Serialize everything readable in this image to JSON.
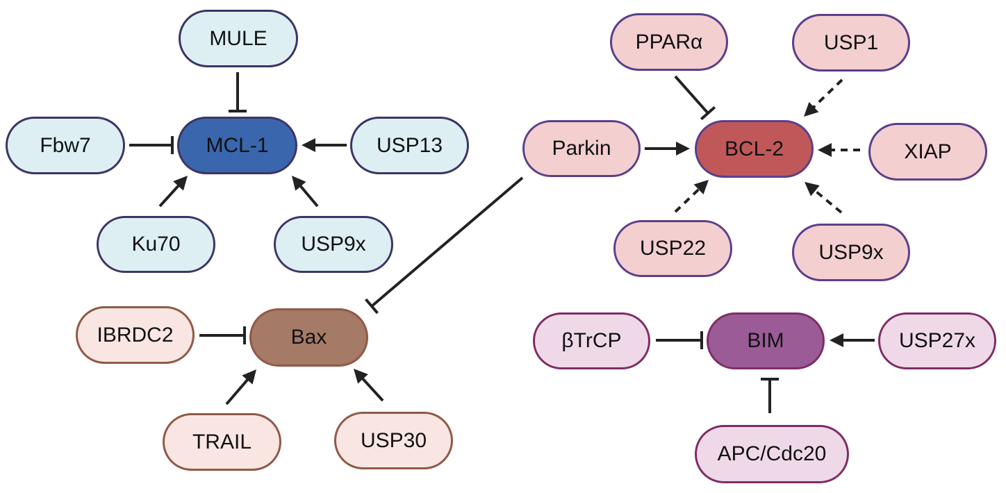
{
  "figure": {
    "groups": [
      {
        "id": "mcl1",
        "name": "MCL-1",
        "colors": {
          "hub_fill": "#3a66ad",
          "hub_border": "#3b3566",
          "leaf_fill": "#ddeff3",
          "leaf_border": "#3b3566"
        },
        "hub": "MCL-1",
        "regulators": [
          {
            "label": "MULE",
            "effect": "inhibit",
            "style": "solid"
          },
          {
            "label": "Fbw7",
            "effect": "inhibit",
            "style": "solid"
          },
          {
            "label": "USP13",
            "effect": "activate",
            "style": "solid"
          },
          {
            "label": "Ku70",
            "effect": "activate",
            "style": "solid"
          },
          {
            "label": "USP9x",
            "effect": "activate",
            "style": "solid"
          }
        ]
      },
      {
        "id": "bcl2",
        "name": "BCL-2",
        "colors": {
          "hub_fill": "#c0585a",
          "hub_border": "#5b3f8a",
          "leaf_fill": "#f3cfcf",
          "leaf_border": "#5b3f8a"
        },
        "hub": "BCL-2",
        "regulators": [
          {
            "label": "PPARα",
            "effect": "inhibit",
            "style": "solid"
          },
          {
            "label": "USP1",
            "effect": "activate",
            "style": "dashed"
          },
          {
            "label": "Parkin",
            "effect": "activate",
            "style": "solid"
          },
          {
            "label": "XIAP",
            "effect": "activate",
            "style": "dashed"
          },
          {
            "label": "USP22",
            "effect": "activate",
            "style": "dashed"
          },
          {
            "label": "USP9x",
            "effect": "activate",
            "style": "dashed"
          }
        ]
      },
      {
        "id": "bax",
        "name": "Bax",
        "colors": {
          "hub_fill": "#a57a67",
          "hub_border": "#8f5a46",
          "leaf_fill": "#f9e6e3",
          "leaf_border": "#8f5a46"
        },
        "hub": "Bax",
        "regulators": [
          {
            "label": "IBRDC2",
            "effect": "inhibit",
            "style": "solid"
          },
          {
            "label": "TRAIL",
            "effect": "activate",
            "style": "solid"
          },
          {
            "label": "USP30",
            "effect": "activate",
            "style": "solid"
          },
          {
            "label": "Parkin",
            "effect": "inhibit",
            "style": "solid"
          }
        ]
      },
      {
        "id": "bim",
        "name": "BIM",
        "colors": {
          "hub_fill": "#9b5b96",
          "hub_border": "#7e2c66",
          "leaf_fill": "#efd9e8",
          "leaf_border": "#7e2c66"
        },
        "hub": "BIM",
        "regulators": [
          {
            "label": "βTrCP",
            "effect": "inhibit",
            "style": "solid"
          },
          {
            "label": "USP27x",
            "effect": "activate",
            "style": "solid"
          },
          {
            "label": "APC/Cdc20",
            "effect": "inhibit",
            "style": "solid"
          }
        ]
      }
    ],
    "edge_color": "#222222"
  }
}
